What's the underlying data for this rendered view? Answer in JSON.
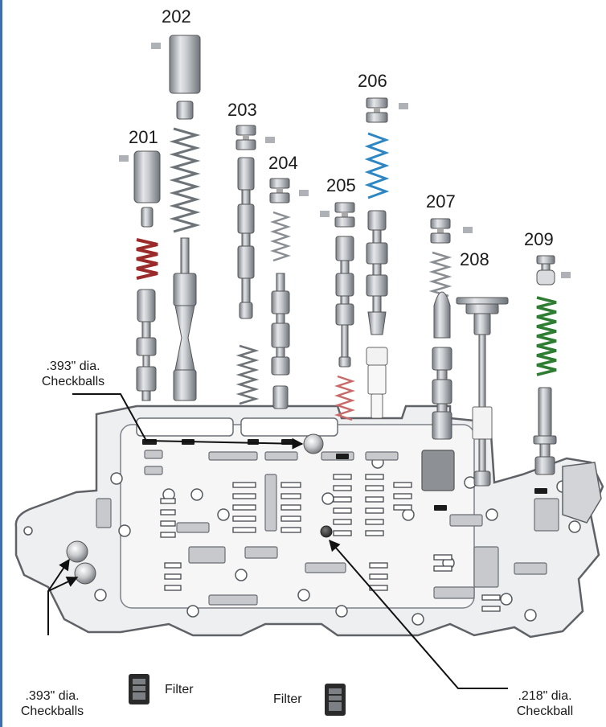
{
  "diagram": {
    "part_numbers": [
      "201",
      "202",
      "203",
      "204",
      "205",
      "206",
      "207",
      "208",
      "209"
    ],
    "callouts": {
      "checkballs_upper": [
        ".393\" dia.",
        "Checkballs"
      ],
      "checkballs_lower": [
        ".393\" dia.",
        "Checkballs"
      ],
      "checkball_218": [
        ".218\" dia.",
        "Checkball"
      ],
      "filter_left": "Filter",
      "filter_right": "Filter"
    }
  },
  "colors": {
    "accent_border": "#3f6fb0",
    "spring_red": "#9b2a2a",
    "spring_blue": "#2d86c2",
    "spring_green": "#2e7d32",
    "spring_pink": "#c86a6a",
    "metal": "#9aa0a6",
    "plate_fill": "#eeeff1",
    "plate_stroke": "#5e6166"
  }
}
